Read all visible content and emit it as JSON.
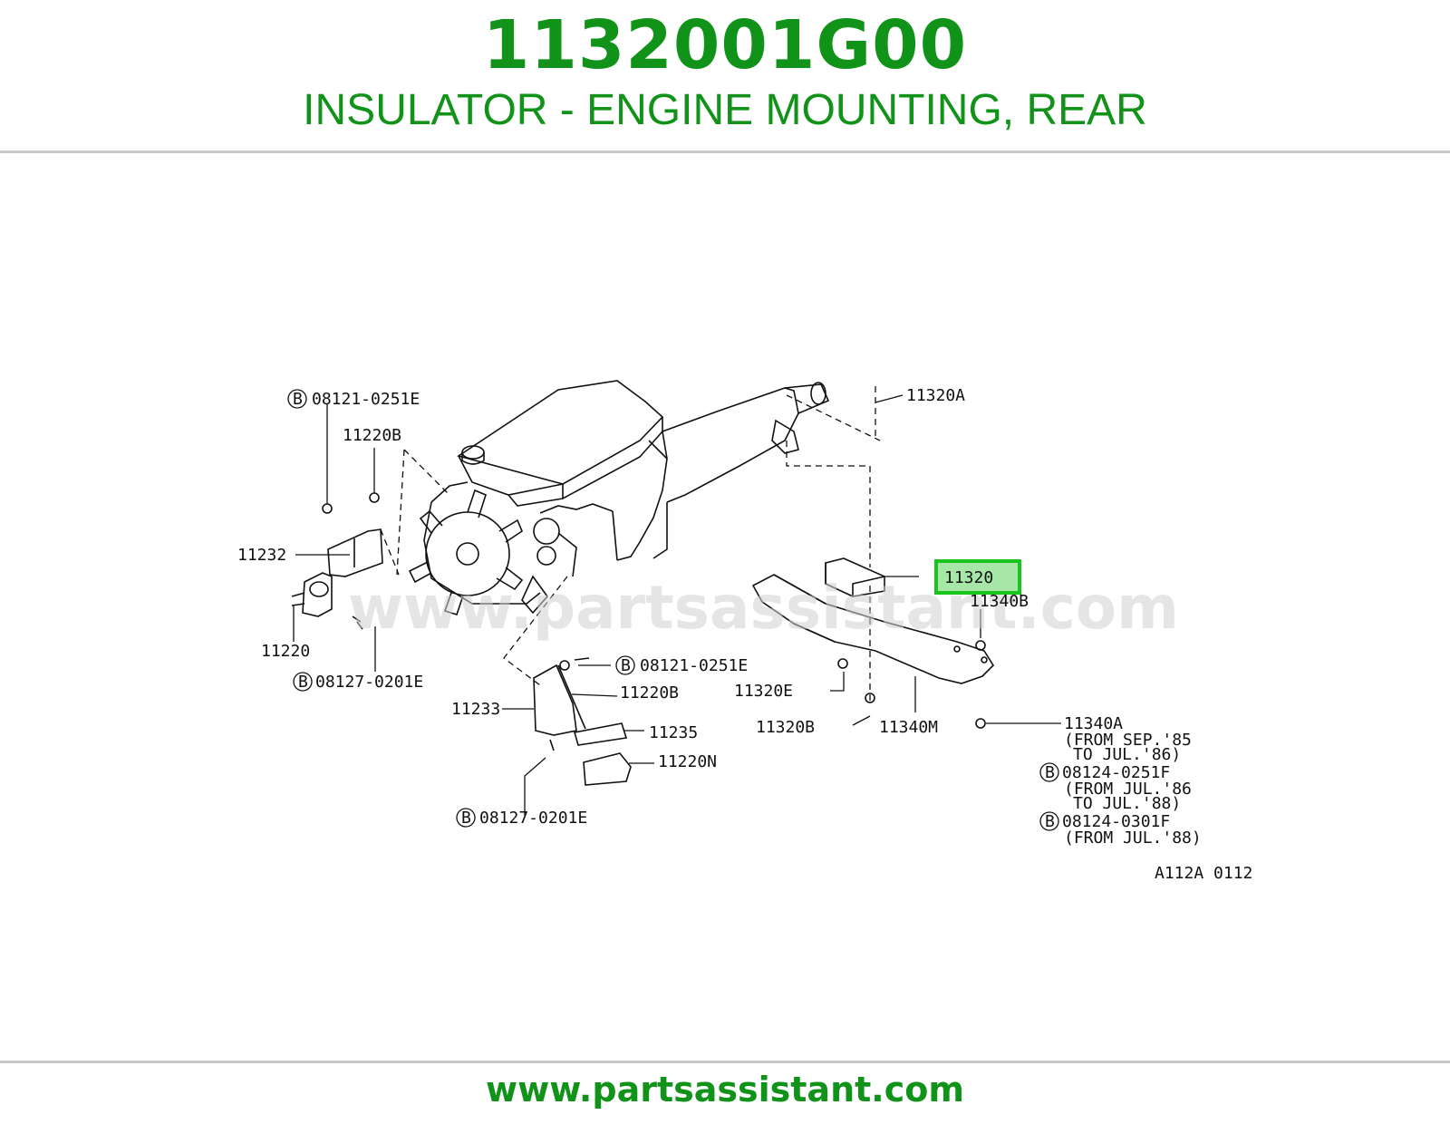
{
  "header": {
    "part_number": "1132001G00",
    "description": "INSULATOR - ENGINE MOUNTING, REAR"
  },
  "diagram": {
    "watermark": "www.partsassistant.com",
    "highlight_color": "#19c41c",
    "highlight_fill": "#a6e6a6",
    "highlighted_part": "11320",
    "callouts": {
      "c1": "08121-0251E",
      "c2": "11220B",
      "c3": "11232",
      "c4": "11220",
      "c5": "08127-0201E",
      "c6": "11320A",
      "c7": "11320",
      "c8": "11340B",
      "c9": "08121-0251E",
      "c10": "11220B",
      "c11": "11233",
      "c12": "11235",
      "c13": "11220N",
      "c14": "08127-0201E",
      "c15": "11320E",
      "c16": "11320B",
      "c17": "11340M",
      "c18": "11340A",
      "c19": "(FROM SEP.'85",
      "c20": "TO JUL.'86)",
      "c21": "08124-0251F",
      "c22": "(FROM JUL.'86",
      "c23": "TO JUL.'88)",
      "c24": "08124-0301F",
      "c25": "(FROM JUL.'88)",
      "ref": "A112A 0112"
    },
    "bolt_symbol": "B"
  },
  "footer": {
    "url": "www.partsassistant.com"
  }
}
